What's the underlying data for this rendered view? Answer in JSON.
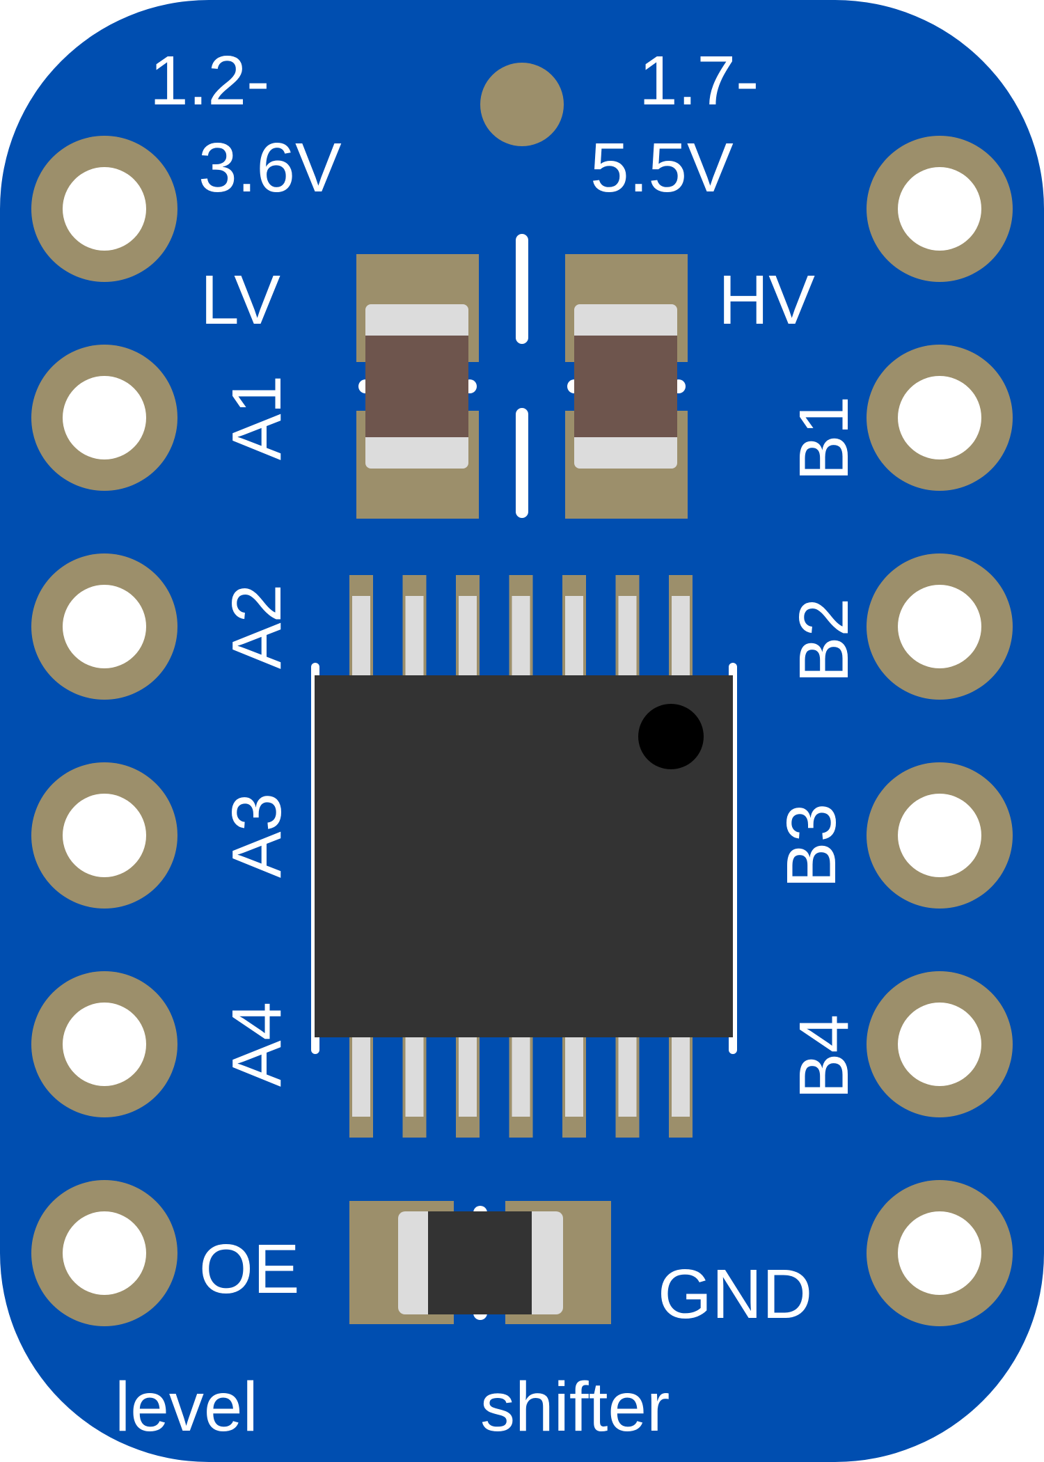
{
  "board": {
    "colors": {
      "pcb": "#004eb0",
      "pad_copper": "#9c8f6b",
      "hole": "#ffffff",
      "silkscreen": "#ffffff",
      "ic_body": "#333333",
      "pin_silver": "#dcdcdc",
      "capacitor_body": "#6e554d",
      "pin1_marker": "#000000"
    },
    "voltage": {
      "low_line1": "1.2-",
      "low_line2": "3.6V",
      "high_line1": "1.7-",
      "high_line2": "5.5V"
    },
    "rails": {
      "lv": "LV",
      "hv": "HV"
    },
    "pins_left": {
      "a1": "A1",
      "a2": "A2",
      "a3": "A3",
      "a4": "A4",
      "oe": "OE"
    },
    "pins_right": {
      "b1": "B1",
      "b2": "B2",
      "b3": "B3",
      "b4": "B4",
      "gnd": "GND"
    },
    "footer": {
      "word1": "level",
      "word2": "shifter"
    },
    "components": {
      "capacitors": 2,
      "ic_pins_per_side": 7,
      "resistors": 1
    }
  }
}
